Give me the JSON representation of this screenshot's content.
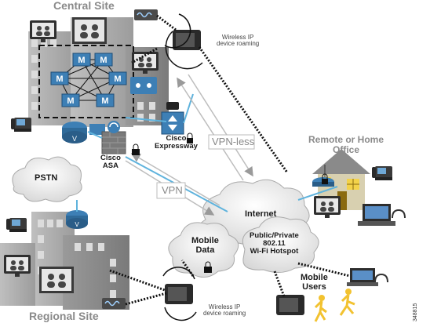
{
  "diagram": {
    "sites": {
      "central": "Central Site",
      "remote": "Remote or Home\nOffice",
      "regional": "Regional Site"
    },
    "clouds": {
      "pstn": "PSTN",
      "internet": "Internet",
      "mobile_data": "Mobile\nData",
      "hotspot": "Public/Private\n802.11\nWi-Fi Hotspot"
    },
    "devices": {
      "expressway": "Cisco\nExpressway",
      "asa": "Cisco\nASA"
    },
    "tunnels": {
      "vpn_less": "VPN-less",
      "vpn": "VPN"
    },
    "roaming": {
      "top": "Wireless IP\ndevice roaming",
      "bottom": "Wireless IP\ndevice roaming"
    },
    "mobile_users": "Mobile\nUsers",
    "figure_id": "348815"
  }
}
